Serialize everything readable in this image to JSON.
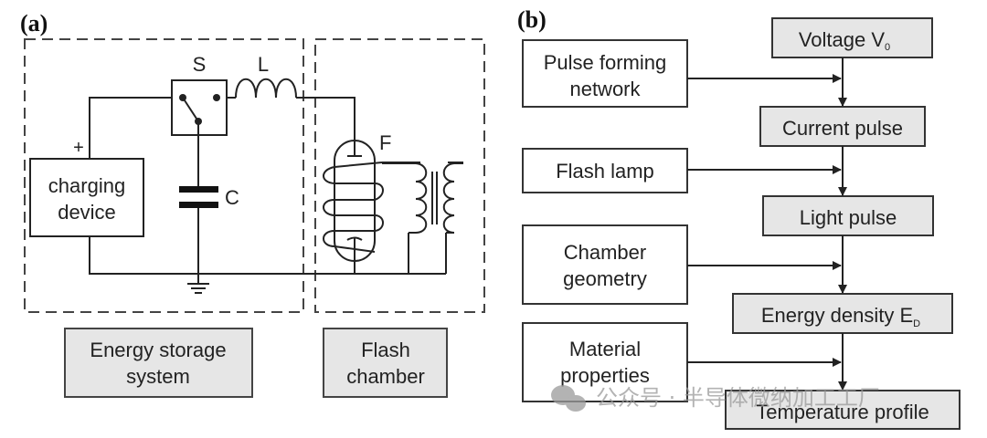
{
  "panel_a": {
    "label": "(a)",
    "components": {
      "switch": "S",
      "inductor": "L",
      "capacitor": "C",
      "flash_lamp": "F",
      "polarity": "+"
    },
    "charging_device": [
      "charging",
      "device"
    ],
    "groups": {
      "energy_storage": [
        "Energy storage",
        "system"
      ],
      "flash_chamber": [
        "Flash",
        "chamber"
      ]
    }
  },
  "panel_b": {
    "label": "(b)",
    "inputs": [
      [
        "Pulse forming",
        "network"
      ],
      [
        "Flash lamp"
      ],
      [
        "Chamber",
        "geometry"
      ],
      [
        "Material",
        "properties"
      ]
    ],
    "chain": [
      {
        "text": "Voltage V",
        "sub": "0"
      },
      {
        "text": "Current pulse",
        "sub": ""
      },
      {
        "text": "Light pulse",
        "sub": ""
      },
      {
        "text": "Energy density E",
        "sub": "D"
      },
      {
        "text": "Temperature profile",
        "sub": ""
      }
    ]
  },
  "watermark": "公众号 · 半导体微纳加工工厂",
  "colors": {
    "stroke": "#222222",
    "box_fill": "#e6e6e6",
    "dash": "#444444"
  }
}
